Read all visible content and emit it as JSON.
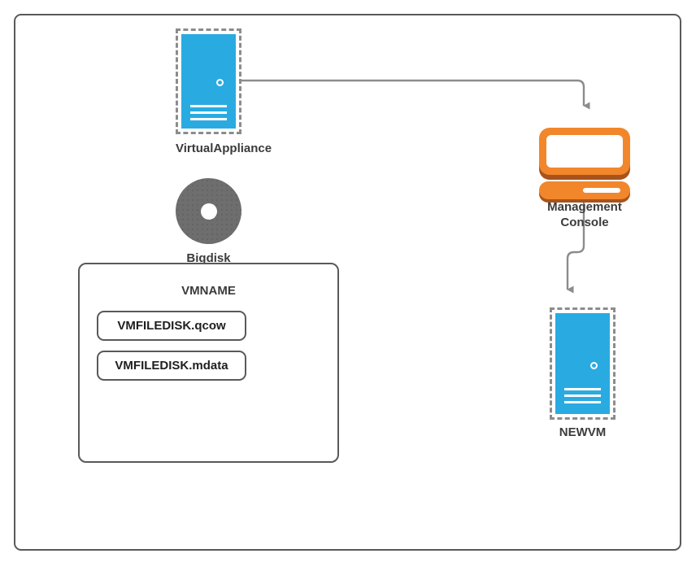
{
  "diagram": {
    "frame": {
      "name": "diagram-frame"
    },
    "colors": {
      "server_blue": "#29ABE2",
      "console_orange": "#F2862B",
      "console_orange_dark": "#A8531C",
      "disk_gray": "#6E6E6E",
      "outline_gray": "#595959",
      "connector_gray": "#8C8C8C",
      "label_text": "#3B3B3B",
      "background": "#FFFFFF"
    },
    "nodes": [
      {
        "id": "virtual-appliance",
        "label": "VirtualAppliance",
        "icon": "server-icon",
        "selected": true
      },
      {
        "id": "bigdisk",
        "label": "Bigdisk",
        "icon": "disk-icon",
        "selected": false
      },
      {
        "id": "management-console",
        "label": "Management\nConsole",
        "icon": "monitor-icon",
        "selected": false
      },
      {
        "id": "newvm",
        "label": "NEWVM",
        "icon": "server-icon",
        "selected": true
      }
    ],
    "container": {
      "id": "vmname-container",
      "title": "VMNAME",
      "files": [
        {
          "id": "vmfiledisk-qcow",
          "label": "VMFILEDISK.qcow"
        },
        {
          "id": "vmfiledisk-mdata",
          "label": "VMFILEDISK.mdata"
        }
      ]
    },
    "connectors": [
      {
        "id": "appliance-to-console",
        "from": "virtual-appliance",
        "to": "management-console",
        "arrow": "end"
      },
      {
        "id": "console-to-newvm",
        "from": "management-console",
        "to": "newvm",
        "arrow": "end"
      }
    ]
  }
}
